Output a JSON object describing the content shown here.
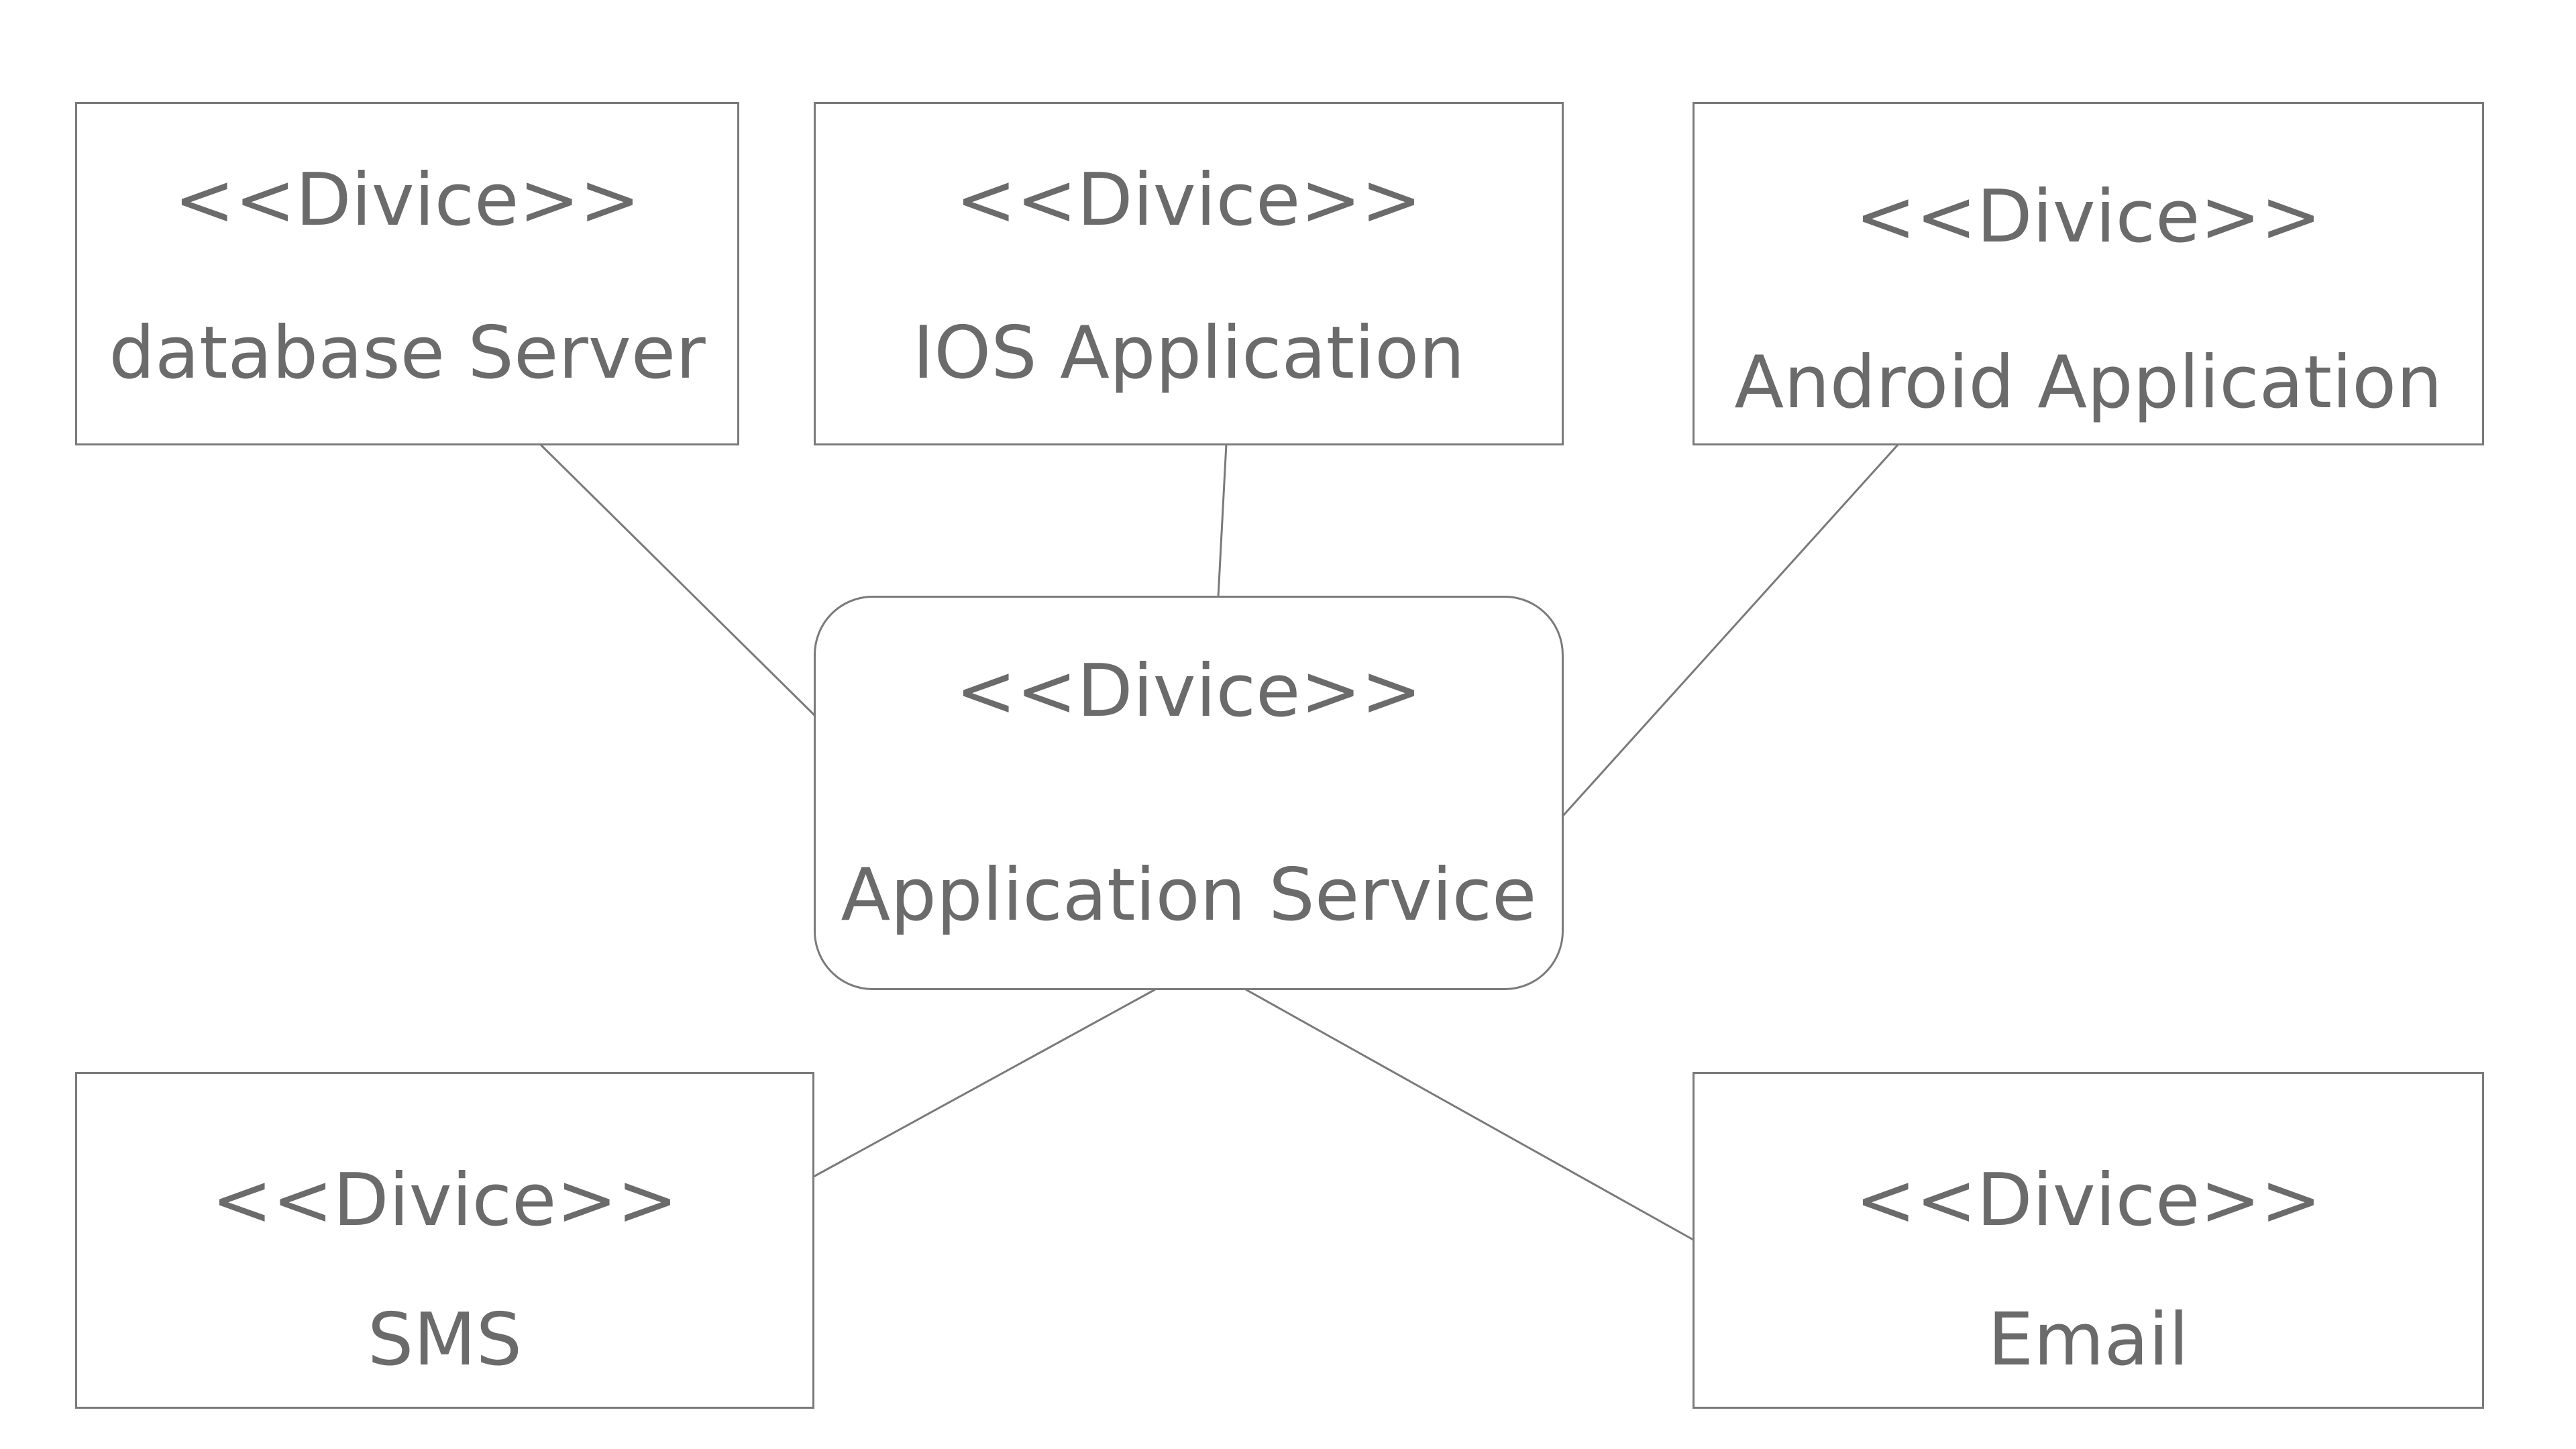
{
  "nodes": {
    "database_server": {
      "stereotype": "<<Divice>>",
      "name": "database Server"
    },
    "ios_application": {
      "stereotype": "<<Divice>>",
      "name": "IOS Application"
    },
    "android_application": {
      "stereotype": "<<Divice>>",
      "name": "Android Application"
    },
    "application_service": {
      "stereotype": "<<Divice>>",
      "name": "Application Service"
    },
    "sms": {
      "stereotype": "<<Divice>>",
      "name": "SMS"
    },
    "email": {
      "stereotype": "<<Divice>>",
      "name": "Email"
    }
  },
  "colors": {
    "border": "#7a7a7a",
    "text": "#6b6b6b",
    "background": "#ffffff"
  }
}
